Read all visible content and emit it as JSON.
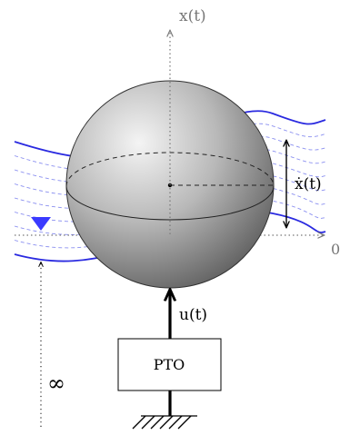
{
  "labels": {
    "x_axis": "x(t)",
    "velocity": "ẋ(t)",
    "zero": "0",
    "control": "u(t)",
    "pto": "PTO",
    "infinity": "∞"
  },
  "colors": {
    "wave": "#2a2ae0",
    "wave_dashed": "#8a8ff0",
    "axis": "#777777",
    "sphere_light": "#f2f2f2",
    "sphere_dark": "#5a5a5a",
    "ink": "#000000",
    "marker": "#3a3aff"
  },
  "icons": {
    "water_level_marker": "triangle-down-icon",
    "ground": "ground-hatch-icon"
  }
}
